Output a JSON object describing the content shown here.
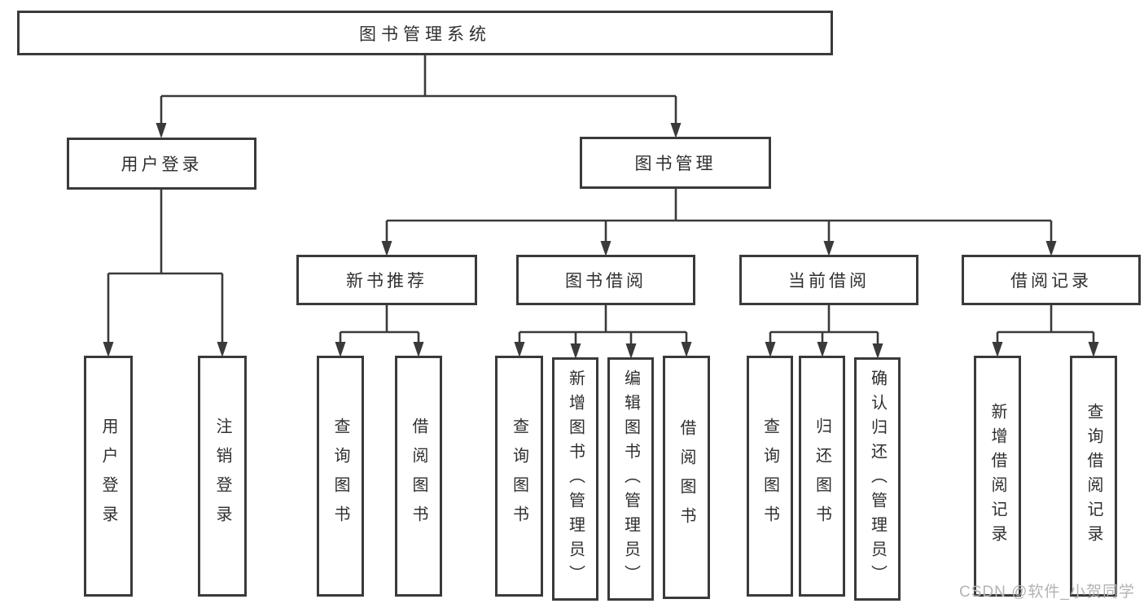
{
  "diagram": {
    "title": "图书管理系统",
    "tree": {
      "root": {
        "label": "图书管理系统"
      },
      "user_login": {
        "label": "用户登录",
        "children": [
          "用户登录",
          "注销登录"
        ]
      },
      "book_management": {
        "label": "图书管理",
        "sections": {
          "new_book_recommend": {
            "label": "新书推荐",
            "children": [
              "查询图书",
              "借阅图书"
            ]
          },
          "book_borrow": {
            "label": "图书借阅",
            "children": [
              "查询图书",
              "新增图书（管理员）",
              "编辑图书（管理员）",
              "借阅图书"
            ]
          },
          "current_borrow": {
            "label": "当前借阅",
            "children": [
              "查询图书",
              "归还图书",
              "确认归还（管理员）"
            ]
          },
          "borrow_records": {
            "label": "借阅记录",
            "children": [
              "新增借阅记录",
              "查询借阅记录"
            ]
          }
        }
      }
    },
    "colors": {
      "line": "#3a3a3a",
      "box_border": "#3a3a3a",
      "text": "#2f2f2f",
      "background": "#ffffff",
      "watermark": "#b2b2b8"
    }
  },
  "watermark": {
    "text": "CSDN @软件_小贺同学"
  }
}
